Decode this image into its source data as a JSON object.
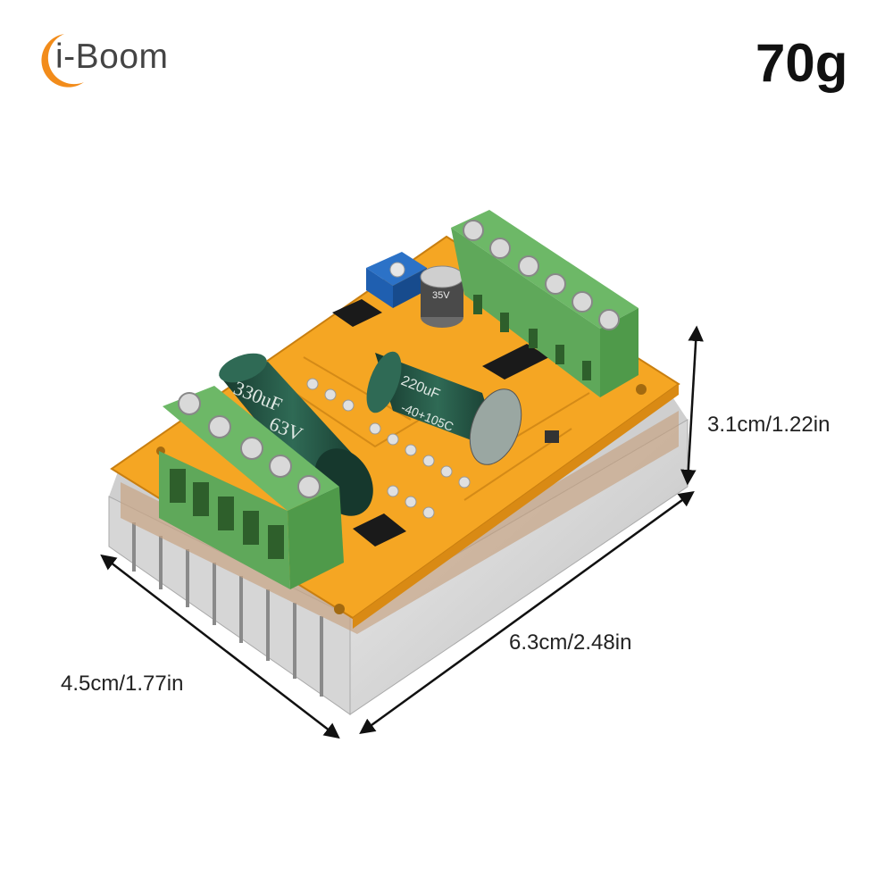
{
  "brand": {
    "name": "i-Boom",
    "accent_color": "#f28c1b",
    "text_color": "#444444"
  },
  "product": {
    "weight": "70g"
  },
  "dimensions": {
    "height": "3.1cm/1.22in",
    "length": "6.3cm/2.48in",
    "width": "4.5cm/1.77in"
  },
  "board_markings": {
    "capacitor_large": "330uF",
    "capacitor_large_voltage": "63V",
    "capacitor_medium": "220uF",
    "capacitor_medium_temp": "-40+105C",
    "capacitor_small": "35V"
  },
  "colors": {
    "pcb": "#f5a623",
    "terminal": "#5fa85a",
    "capacitor": "#1f4a3c",
    "heatsink": "#d9d9d9",
    "potentiometer": "#1f5fb0"
  },
  "icons": {
    "logo": "crescent-logo-icon",
    "arrow": "double-headed-arrow-icon"
  }
}
